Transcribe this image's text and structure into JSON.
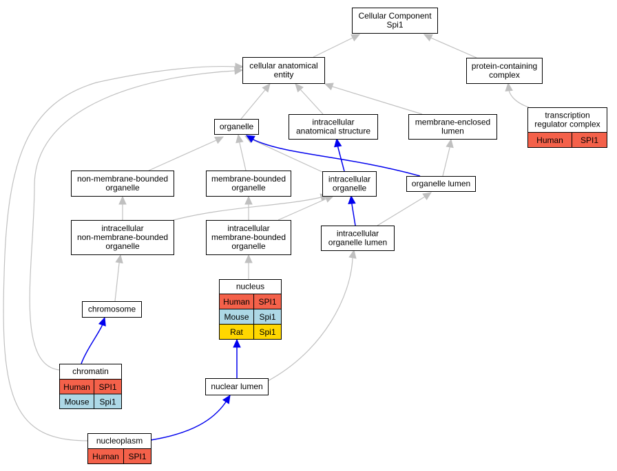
{
  "colors": {
    "human": "#f4614a",
    "mouse": "#add8e6",
    "rat": "#ffd700",
    "edge_is_a": "#c0c0c0",
    "edge_part_of": "#0000ee"
  },
  "nodes": {
    "cellular_component": {
      "lines": [
        "Cellular Component",
        "Spi1"
      ]
    },
    "cellular_anatomical_entity": {
      "lines": [
        "cellular anatomical",
        "entity"
      ]
    },
    "protein_containing_complex": {
      "lines": [
        "protein-containing",
        "complex"
      ]
    },
    "transcription_regulator_complex": {
      "lines": [
        "transcription",
        "regulator complex"
      ],
      "rows": [
        {
          "species": "Human",
          "gene": "SPI1",
          "color_key": "human"
        }
      ]
    },
    "organelle": {
      "lines": [
        "organelle"
      ]
    },
    "intracellular_anatomical_structure": {
      "lines": [
        "intracellular",
        "anatomical structure"
      ]
    },
    "membrane_enclosed_lumen": {
      "lines": [
        "membrane-enclosed",
        "lumen"
      ]
    },
    "non_membrane_bounded_organelle": {
      "lines": [
        "non-membrane-bounded",
        "organelle"
      ]
    },
    "membrane_bounded_organelle": {
      "lines": [
        "membrane-bounded",
        "organelle"
      ]
    },
    "intracellular_organelle": {
      "lines": [
        "intracellular",
        "organelle"
      ]
    },
    "organelle_lumen": {
      "lines": [
        "organelle lumen"
      ]
    },
    "intracellular_non_membrane_bounded_organelle": {
      "lines": [
        "intracellular",
        "non-membrane-bounded",
        "organelle"
      ]
    },
    "intracellular_membrane_bounded_organelle": {
      "lines": [
        "intracellular",
        "membrane-bounded",
        "organelle"
      ]
    },
    "intracellular_organelle_lumen": {
      "lines": [
        "intracellular",
        "organelle lumen"
      ]
    },
    "chromosome": {
      "lines": [
        "chromosome"
      ]
    },
    "nucleus": {
      "lines": [
        "nucleus"
      ],
      "rows": [
        {
          "species": "Human",
          "gene": "SPI1",
          "color_key": "human"
        },
        {
          "species": "Mouse",
          "gene": "Spi1",
          "color_key": "mouse"
        },
        {
          "species": "Rat",
          "gene": "Spi1",
          "color_key": "rat"
        }
      ]
    },
    "chromatin": {
      "lines": [
        "chromatin"
      ],
      "rows": [
        {
          "species": "Human",
          "gene": "SPI1",
          "color_key": "human"
        },
        {
          "species": "Mouse",
          "gene": "Spi1",
          "color_key": "mouse"
        }
      ]
    },
    "nuclear_lumen": {
      "lines": [
        "nuclear lumen"
      ]
    },
    "nucleoplasm": {
      "lines": [
        "nucleoplasm"
      ],
      "rows": [
        {
          "species": "Human",
          "gene": "SPI1",
          "color_key": "human"
        }
      ]
    }
  },
  "edges": [
    {
      "from": "cellular_anatomical_entity",
      "to": "cellular_component",
      "type": "is_a"
    },
    {
      "from": "protein_containing_complex",
      "to": "cellular_component",
      "type": "is_a"
    },
    {
      "from": "transcription_regulator_complex",
      "to": "protein_containing_complex",
      "type": "is_a"
    },
    {
      "from": "organelle",
      "to": "cellular_anatomical_entity",
      "type": "is_a"
    },
    {
      "from": "intracellular_anatomical_structure",
      "to": "cellular_anatomical_entity",
      "type": "is_a"
    },
    {
      "from": "membrane_enclosed_lumen",
      "to": "cellular_anatomical_entity",
      "type": "is_a"
    },
    {
      "from": "non_membrane_bounded_organelle",
      "to": "organelle",
      "type": "is_a"
    },
    {
      "from": "membrane_bounded_organelle",
      "to": "organelle",
      "type": "is_a"
    },
    {
      "from": "intracellular_organelle",
      "to": "organelle",
      "type": "is_a"
    },
    {
      "from": "intracellular_organelle",
      "to": "intracellular_anatomical_structure",
      "type": "part_of"
    },
    {
      "from": "organelle_lumen",
      "to": "organelle",
      "type": "part_of"
    },
    {
      "from": "organelle_lumen",
      "to": "membrane_enclosed_lumen",
      "type": "is_a"
    },
    {
      "from": "intracellular_non_membrane_bounded_organelle",
      "to": "non_membrane_bounded_organelle",
      "type": "is_a"
    },
    {
      "from": "intracellular_non_membrane_bounded_organelle",
      "to": "intracellular_organelle",
      "type": "is_a"
    },
    {
      "from": "intracellular_membrane_bounded_organelle",
      "to": "membrane_bounded_organelle",
      "type": "is_a"
    },
    {
      "from": "intracellular_membrane_bounded_organelle",
      "to": "intracellular_organelle",
      "type": "is_a"
    },
    {
      "from": "intracellular_organelle_lumen",
      "to": "intracellular_organelle",
      "type": "part_of"
    },
    {
      "from": "intracellular_organelle_lumen",
      "to": "organelle_lumen",
      "type": "is_a"
    },
    {
      "from": "chromosome",
      "to": "intracellular_non_membrane_bounded_organelle",
      "type": "is_a"
    },
    {
      "from": "nucleus",
      "to": "intracellular_membrane_bounded_organelle",
      "type": "is_a"
    },
    {
      "from": "chromatin",
      "to": "chromosome",
      "type": "part_of"
    },
    {
      "from": "chromatin",
      "to": "cellular_anatomical_entity",
      "type": "is_a"
    },
    {
      "from": "nuclear_lumen",
      "to": "nucleus",
      "type": "part_of"
    },
    {
      "from": "nuclear_lumen",
      "to": "intracellular_organelle_lumen",
      "type": "is_a"
    },
    {
      "from": "nucleoplasm",
      "to": "nuclear_lumen",
      "type": "part_of"
    },
    {
      "from": "nucleoplasm",
      "to": "cellular_anatomical_entity",
      "type": "is_a"
    }
  ]
}
